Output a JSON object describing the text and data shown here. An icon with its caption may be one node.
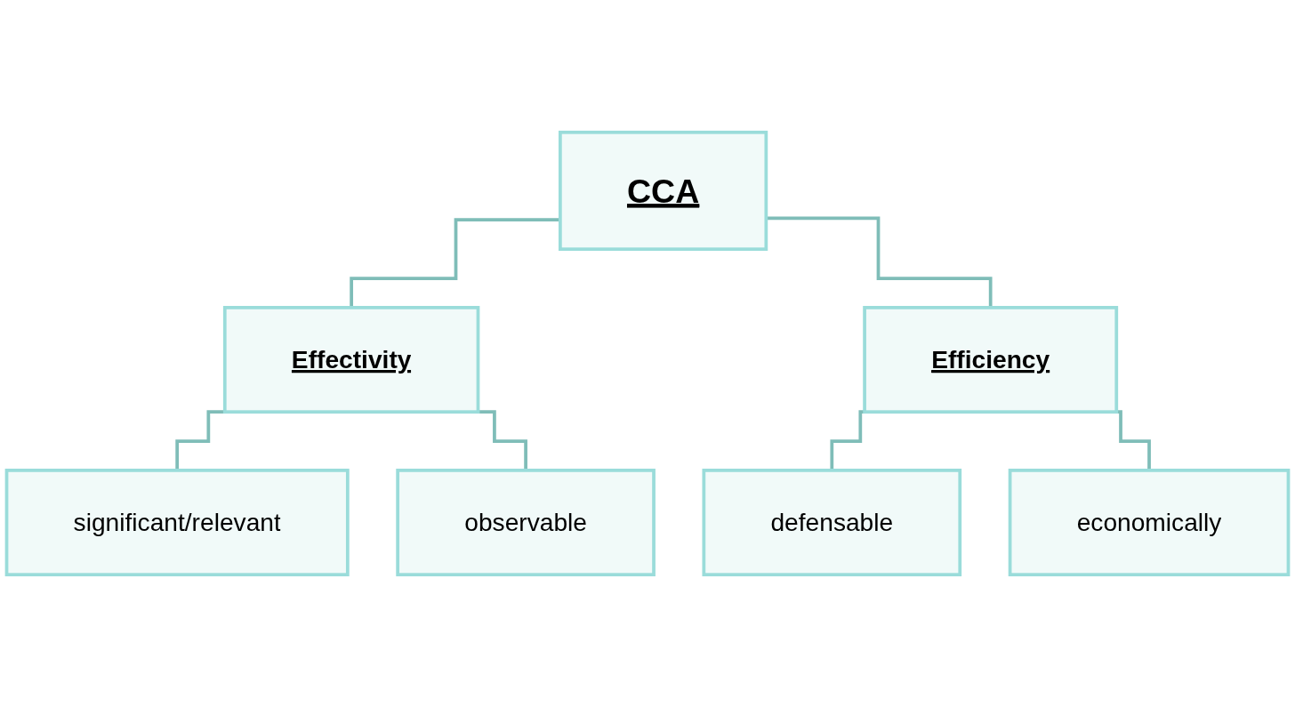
{
  "diagram": {
    "nodes": [
      {
        "text": [
          "CCA"
        ]
      },
      {
        "text": [
          "Effectivity"
        ]
      },
      {
        "text": [
          "Efficiency"
        ]
      },
      {
        "text": [
          "significant/relevant"
        ]
      },
      {
        "text": [
          "observable"
        ]
      },
      {
        "text": [
          "defensable"
        ]
      },
      {
        "text": [
          "economically"
        ]
      }
    ],
    "edges": [
      {
        "from": 0,
        "to": 1,
        "arrow": "none"
      },
      {
        "from": 0,
        "to": 2,
        "arrow": "none"
      },
      {
        "from": 1,
        "to": 3,
        "arrow": "none"
      },
      {
        "from": 1,
        "to": 4,
        "arrow": "none"
      },
      {
        "from": 2,
        "to": 5,
        "arrow": "none"
      },
      {
        "from": 2,
        "to": 6,
        "arrow": "none"
      }
    ]
  }
}
